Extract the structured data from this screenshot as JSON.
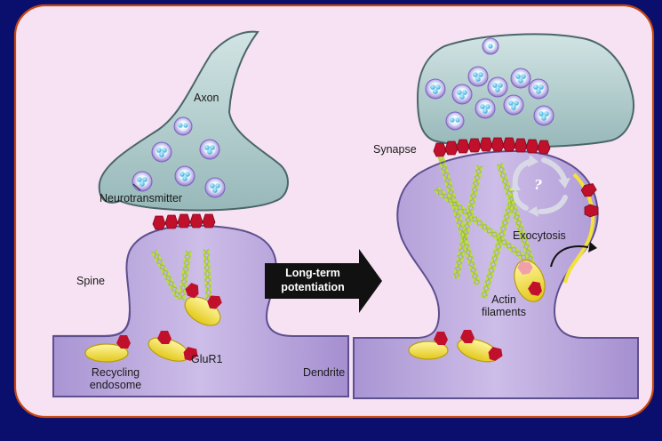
{
  "labels": {
    "axon": "Axon",
    "neurotransmitter": "Neurotransmitter",
    "spine": "Spine",
    "recycling_endosome_line1": "Recycling",
    "recycling_endosome_line2": "endosome",
    "glur1": "GluR1",
    "dendrite": "Dendrite",
    "synapse": "Synapse",
    "exocytosis": "Exocytosis",
    "actin_line1": "Actin",
    "actin_line2": "filaments",
    "ltp_line1": "Long-term",
    "ltp_line2": "potentiation",
    "question_mark": "?"
  },
  "colors": {
    "slide_background": "#0a0f6e",
    "panel_background": "#f7e2f3",
    "panel_border": "#c8450f",
    "axon_fill": "#b4d0d1",
    "spine_fill": "#b7a3d6",
    "membrane_stroke": "#5e4f8f",
    "receptor": "#c0102c",
    "vesicle": "#69c9ef",
    "endosome": "#f2e23a",
    "actin": "#b6dd3a",
    "arrow": "#111111"
  },
  "icons": {
    "receptor": "receptor-icon",
    "vesicle": "vesicle-icon",
    "endosome": "endosome-icon",
    "actin": "actin-filament-icon",
    "cycle": "cycle-arrows-icon"
  }
}
